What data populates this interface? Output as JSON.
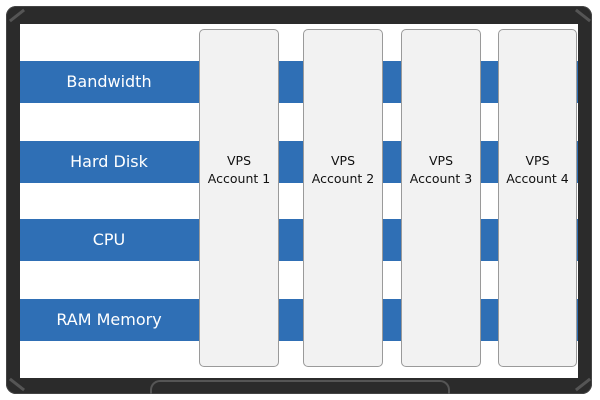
{
  "resources": [
    {
      "label": "Bandwidth"
    },
    {
      "label": "Hard Disk"
    },
    {
      "label": "CPU"
    },
    {
      "label": "RAM Memory"
    }
  ],
  "accounts": [
    {
      "line1": "VPS",
      "line2": "Account 1"
    },
    {
      "line1": "VPS",
      "line2": "Account 2"
    },
    {
      "line1": "VPS",
      "line2": "Account 3"
    },
    {
      "line1": "VPS",
      "line2": "Account 4"
    }
  ],
  "colors": {
    "row_blue": "#2f6fb5",
    "panel_fill": "#f2f2f2",
    "panel_border": "#9a9a9a",
    "frame": "#2b2b2b"
  }
}
